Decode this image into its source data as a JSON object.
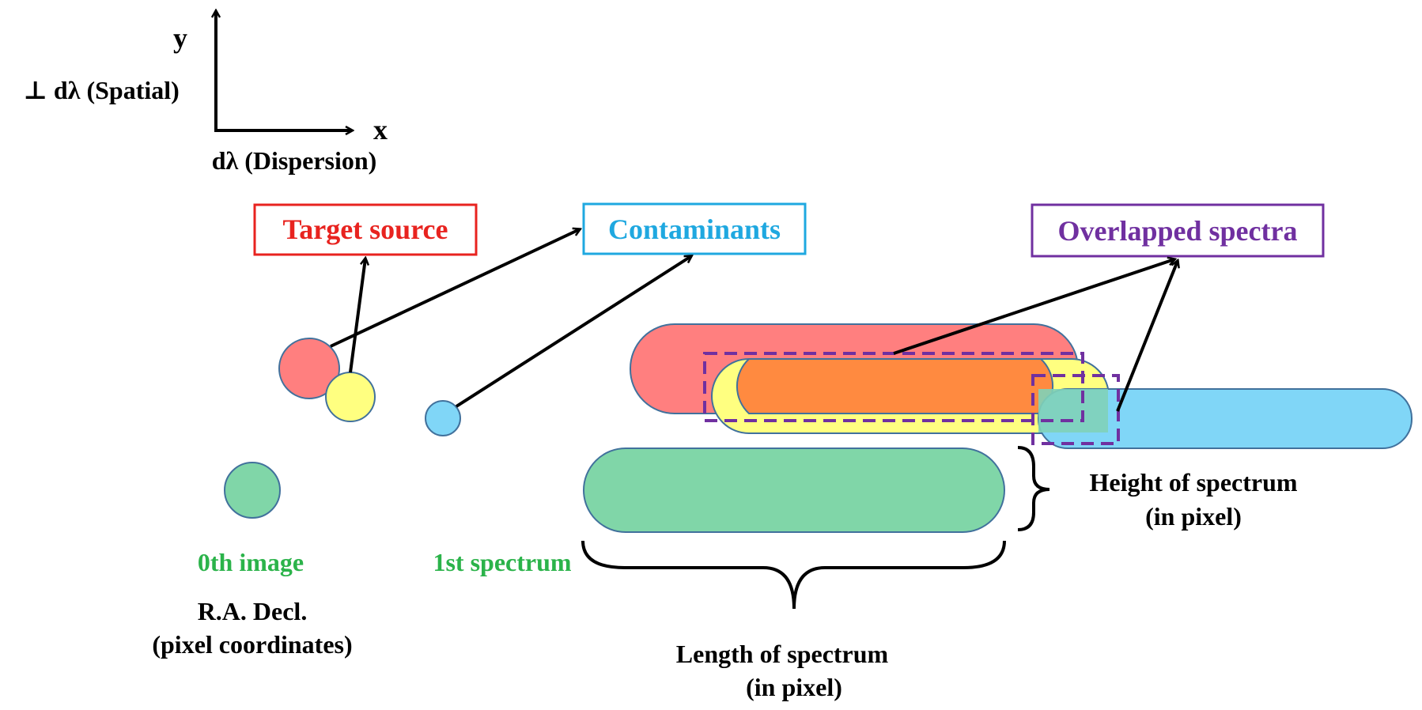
{
  "axes": {
    "y_label": "y",
    "x_label": "x",
    "y_desc": "⊥ dλ (Spatial)",
    "x_desc": "dλ (Dispersion)"
  },
  "boxes": {
    "target": "Target source",
    "contaminants": "Contaminants",
    "overlapped": "Overlapped spectra"
  },
  "labels": {
    "zeroth": "0th image",
    "first": "1st spectrum",
    "radec_line1": "R.A. Decl.",
    "radec_line2": "(pixel coordinates)",
    "height_line1": "Height of spectrum",
    "height_line2": "(in pixel)",
    "length_line1": "Length of spectrum",
    "length_line2": "(in pixel)"
  },
  "colors": {
    "target": "#e8231f",
    "contaminants": "#1fa8e0",
    "overlapped": "#7030a0",
    "green_text": "#2bb34a",
    "red_fill": "#ff7f7f",
    "yellow_fill": "#ffff80",
    "blue_fill": "#80d6f7",
    "green_fill": "#80d6a8",
    "orange_fill": "#ff8a40",
    "shape_stroke": "#41719c"
  }
}
